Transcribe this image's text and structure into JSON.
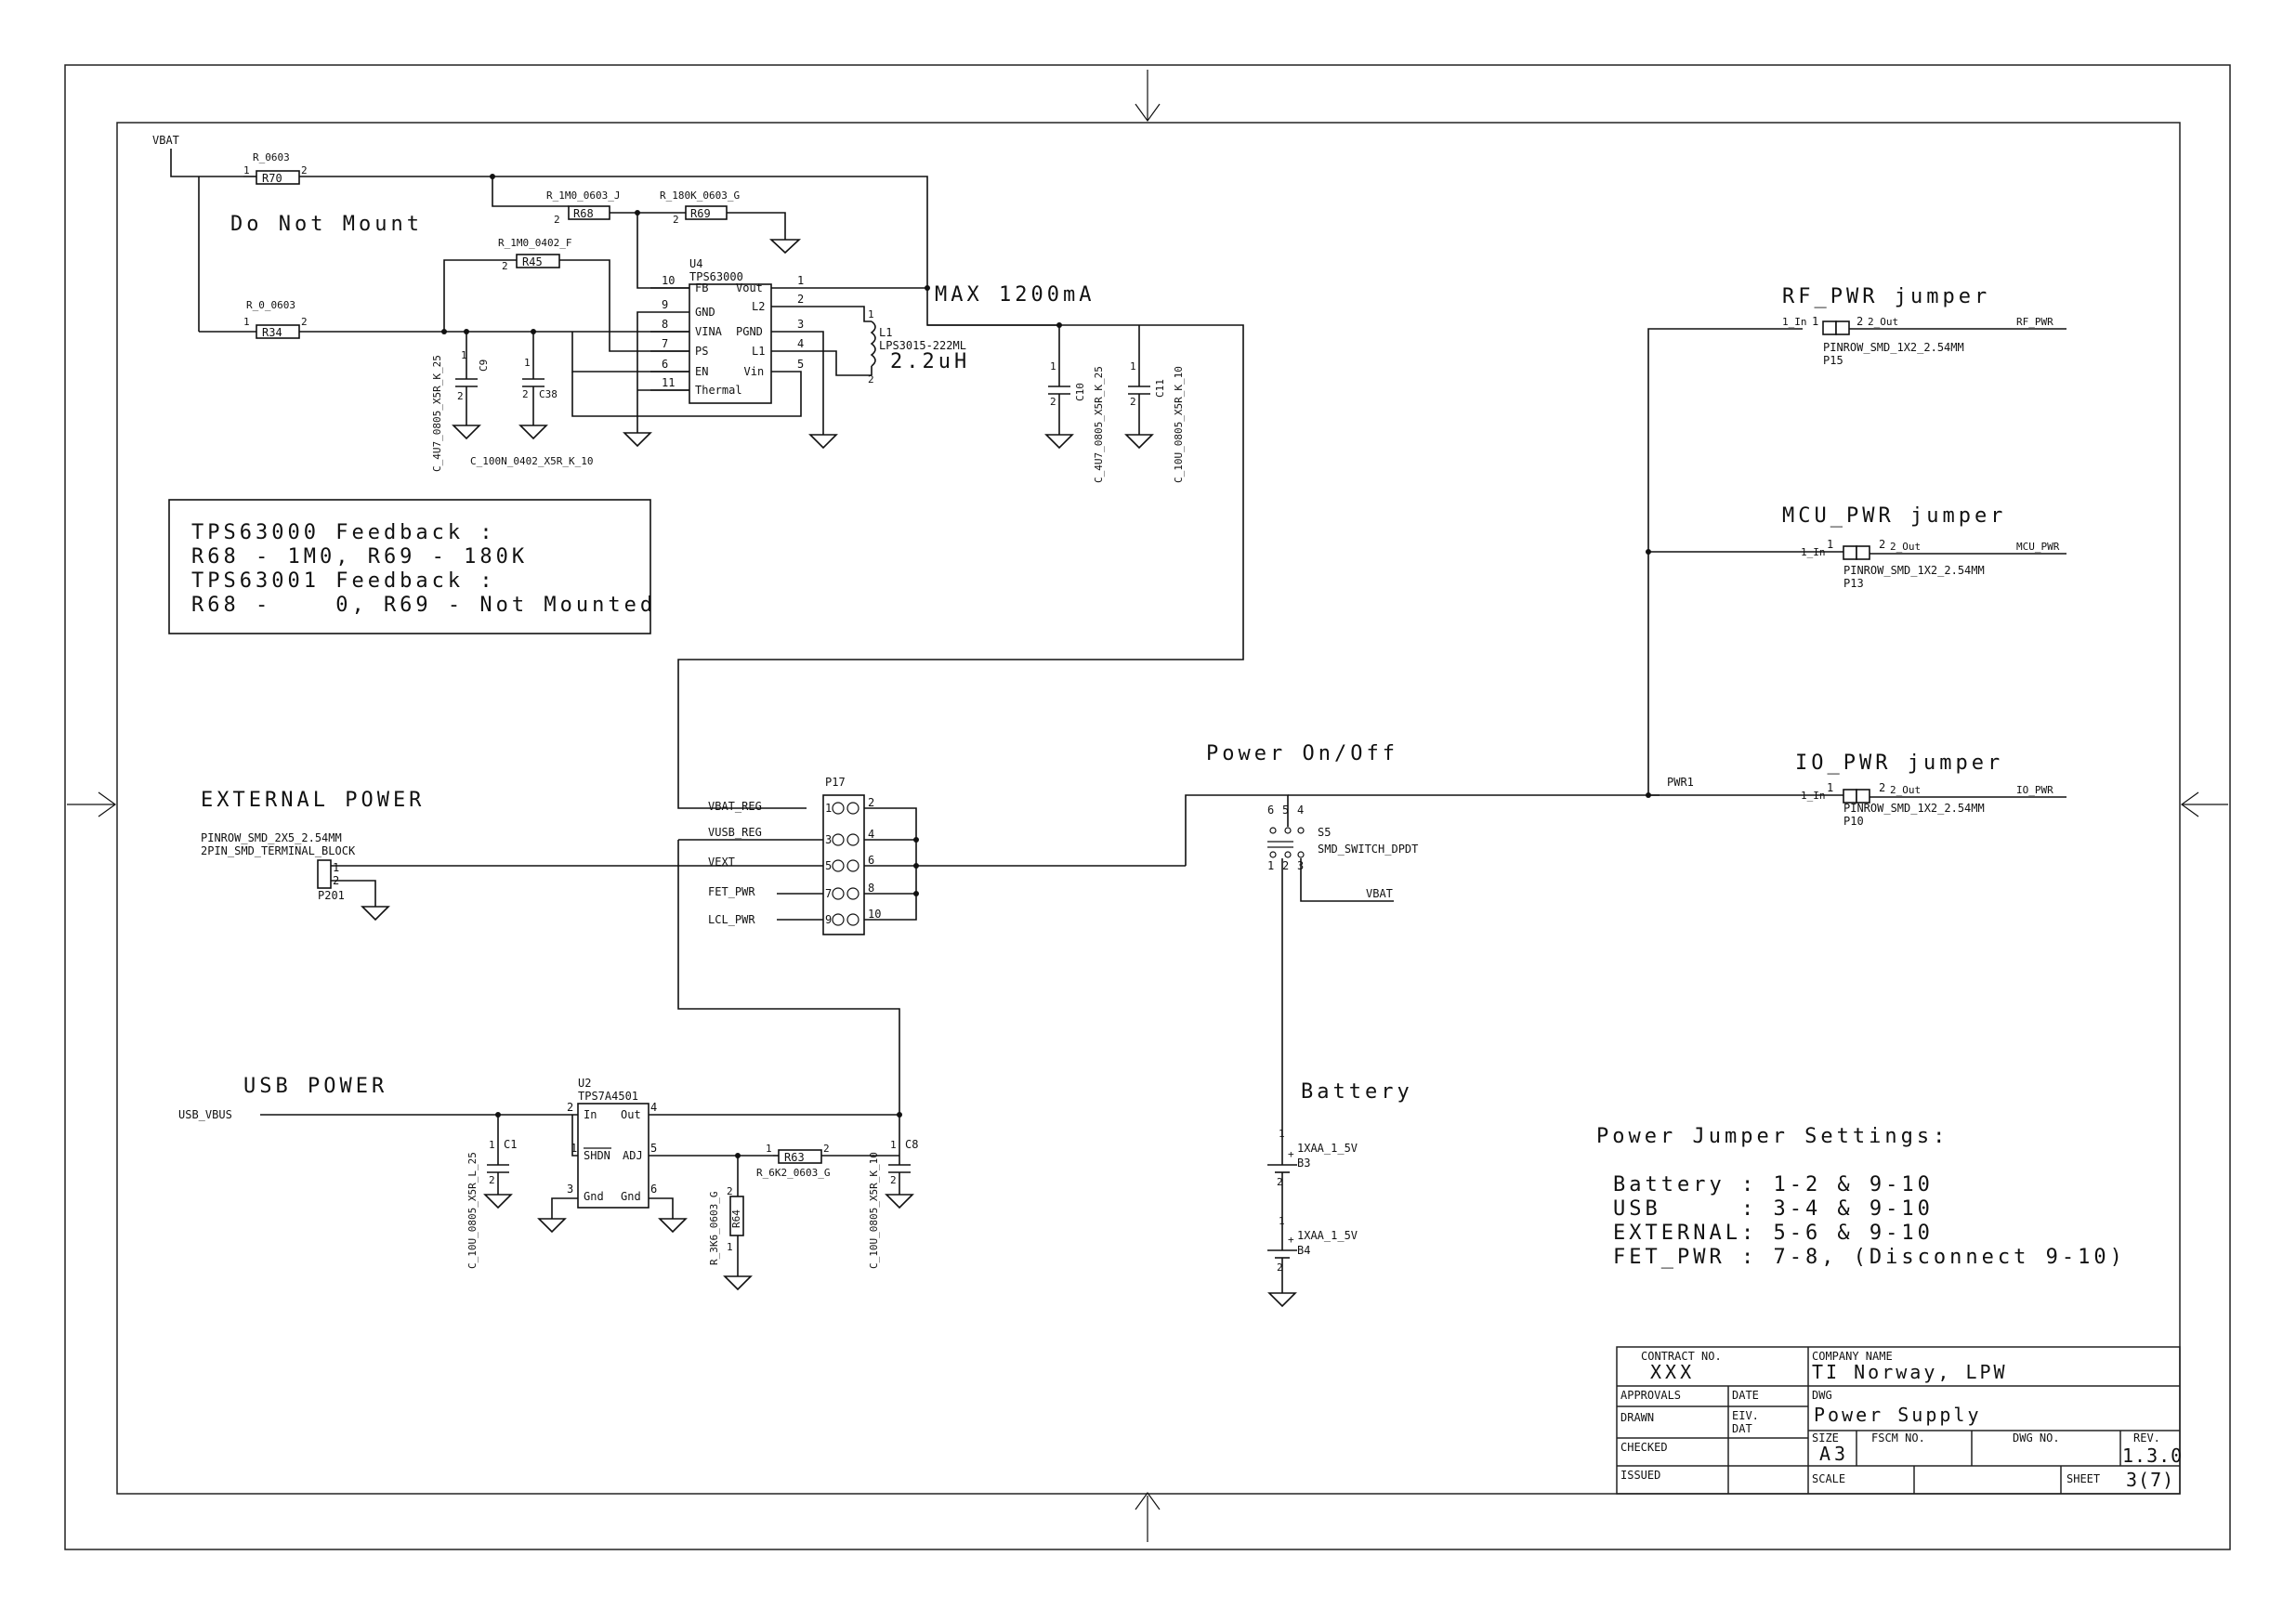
{
  "nets": {
    "vbat": "VBAT",
    "usb_vbus": "USB_VBUS",
    "pwr1": "PWR1",
    "vbat_reg": "VBAT_REG",
    "vusb_reg": "VUSB_REG",
    "vext": "VEXT",
    "fet_pwr": "FET_PWR",
    "lcl_pwr": "LCL_PWR",
    "vbat2": "VBAT"
  },
  "notes": {
    "do_not_mount": "Do Not Mount",
    "max_current": "MAX 1200mA",
    "external_power": "EXTERNAL POWER",
    "usb_power": "USB POWER",
    "power_onoff": "Power On/Off",
    "battery": "Battery",
    "rf_pwr_jumper": "RF_PWR jumper",
    "mcu_pwr_jumper": "MCU_PWR jumper",
    "io_pwr_jumper": "IO_PWR jumper"
  },
  "feedback_box": [
    "TPS63000 Feedback :",
    "R68 - 1M0, R69 - 180K",
    "TPS63001 Feedback :",
    "R68 -    0, R69 - Not Mounted"
  ],
  "jumper_settings": {
    "title": "Power Jumper Settings:",
    "lines": [
      "Battery : 1-2 & 9-10",
      "USB     : 3-4 & 9-10",
      "EXTERNAL: 5-6 & 9-10",
      "FET_PWR : 7-8, (Disconnect 9-10)"
    ]
  },
  "components": {
    "r70": {
      "ref": "R70",
      "value": "R_0603"
    },
    "r34": {
      "ref": "R34",
      "value": "R_0_0603"
    },
    "r68": {
      "ref": "R68",
      "value": "R_1M0_0603_J"
    },
    "r69": {
      "ref": "R69",
      "value": "R_180K_0603_G"
    },
    "r45": {
      "ref": "R45",
      "value": "R_1M0_0402_F"
    },
    "c9": {
      "ref": "C9",
      "value": "C_4U7_0805_X5R_K_25"
    },
    "c38": {
      "ref": "C38",
      "value": "C_100N_0402_X5R_K_10"
    },
    "u4": {
      "ref": "U4",
      "value": "TPS63000"
    },
    "l1": {
      "ref": "L1",
      "value": "LPS3015-222ML",
      "value2": "2.2uH"
    },
    "c10": {
      "ref": "C10",
      "value": "C_4U7_0805_X5R_K_25"
    },
    "c11": {
      "ref": "C11",
      "value": "C_10U_0805_X5R_K_10"
    },
    "p201": {
      "ref": "P201",
      "value": "PINROW_SMD_2X5_2.54MM",
      "value2": "2PIN_SMD_TERMINAL_BLOCK"
    },
    "p17": {
      "ref": "P17"
    },
    "u2": {
      "ref": "U2",
      "value": "TPS7A4501"
    },
    "c1": {
      "ref": "C1",
      "value": "C_10U_0805_X5R_L_25"
    },
    "r63": {
      "ref": "R63",
      "value": "R_6K2_0603_G"
    },
    "r64": {
      "ref": "R64",
      "value": "R_3K6_0603_G"
    },
    "c8": {
      "ref": "C8",
      "value": "C_10U_0805_X5R_K_10"
    },
    "s5": {
      "ref": "S5",
      "value": "SMD_SWITCH_DPDT"
    },
    "b3": {
      "ref": "B3",
      "value": "1XAA_1_5V"
    },
    "b4": {
      "ref": "B4",
      "value": "1XAA_1_5V"
    },
    "p15": {
      "ref": "P15",
      "value": "PINROW_SMD_1X2_2.54MM",
      "net_in": "1_In",
      "net_out": "2_Out",
      "net": "RF_PWR"
    },
    "p13": {
      "ref": "P13",
      "value": "PINROW_SMD_1X2_2.54MM",
      "net_in": "1_In",
      "net_out": "2_Out",
      "net": "MCU_PWR"
    },
    "p10": {
      "ref": "P10",
      "value": "PINROW_SMD_1X2_2.54MM",
      "net_in": "1_In",
      "net_out": "2_Out",
      "net": "IO_PWR"
    }
  },
  "u4_pins": {
    "left": [
      {
        "num": "10",
        "name": "FB"
      },
      {
        "num": "9",
        "name": "GND"
      },
      {
        "num": "8",
        "name": "VINA"
      },
      {
        "num": "7",
        "name": "PS"
      },
      {
        "num": "6",
        "name": "EN"
      },
      {
        "num": "11",
        "name": "Thermal"
      }
    ],
    "right": [
      {
        "num": "1",
        "name": "Vout"
      },
      {
        "num": "2",
        "name": "L2"
      },
      {
        "num": "3",
        "name": "PGND"
      },
      {
        "num": "4",
        "name": "L1"
      },
      {
        "num": "5",
        "name": "Vin"
      }
    ]
  },
  "u2_pins": {
    "in": "In",
    "out": "Out",
    "shdn": "SHDN",
    "adj": "ADJ",
    "gnd1": "Gnd",
    "gnd2": "Gnd",
    "n_in": "2",
    "n_out": "4",
    "n_shdn": "1",
    "n_adj": "5",
    "n_gnd1": "3",
    "n_gnd2": "6"
  },
  "p17_pins": {
    "left": [
      "1",
      "3",
      "5",
      "7",
      "9"
    ],
    "right": [
      "2",
      "4",
      "6",
      "8",
      "10"
    ]
  },
  "title_block": {
    "contract_label": "CONTRACT NO.",
    "contract": "XXX",
    "company_label": "COMPANY NAME",
    "company": "TI Norway, LPW",
    "approvals": "APPROVALS",
    "date": "DATE",
    "drawn": "DRAWN",
    "eiv": "EIV.",
    "dat": "DAT",
    "checked": "CHECKED",
    "issued": "ISSUED",
    "dwg_label": "DWG",
    "dwg": "Power Supply",
    "size_label": "SIZE",
    "size": "A3",
    "fscm": "FSCM NO.",
    "dwg_no": "DWG NO.",
    "rev_label": "REV.",
    "rev": "1.3.0",
    "scale": "SCALE",
    "sheet_label": "SHEET",
    "sheet": "3(7)"
  }
}
